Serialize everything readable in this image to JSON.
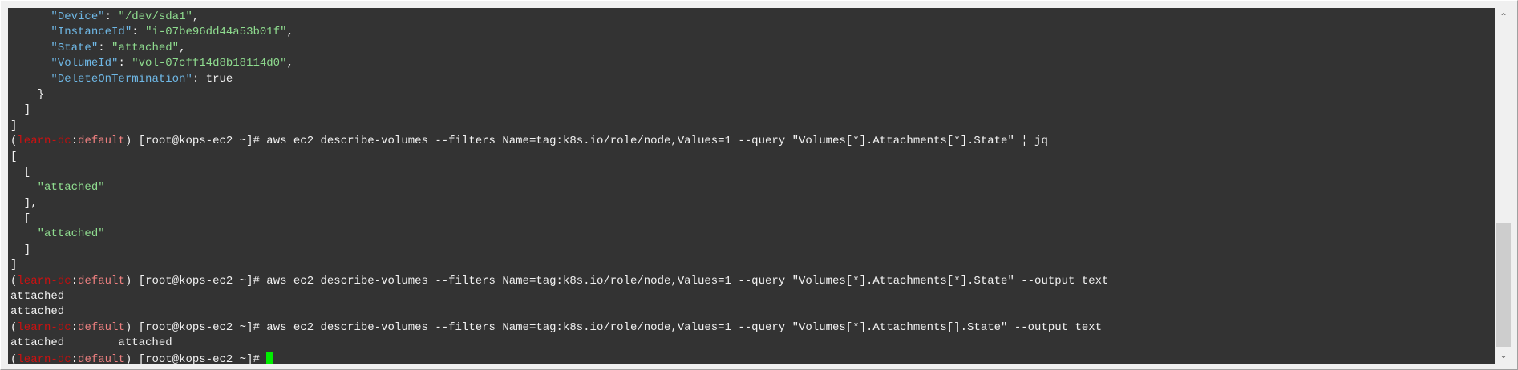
{
  "terminal": {
    "lines": [
      [
        {
          "t": "      "
        },
        {
          "t": "\"Device\"",
          "c": "k"
        },
        {
          "t": ": "
        },
        {
          "t": "\"/dev/sda1\"",
          "c": "s"
        },
        {
          "t": ","
        }
      ],
      [
        {
          "t": "      "
        },
        {
          "t": "\"InstanceId\"",
          "c": "k"
        },
        {
          "t": ": "
        },
        {
          "t": "\"i-07be96dd44a53b01f\"",
          "c": "s"
        },
        {
          "t": ","
        }
      ],
      [
        {
          "t": "      "
        },
        {
          "t": "\"State\"",
          "c": "k"
        },
        {
          "t": ": "
        },
        {
          "t": "\"attached\"",
          "c": "s"
        },
        {
          "t": ","
        }
      ],
      [
        {
          "t": "      "
        },
        {
          "t": "\"VolumeId\"",
          "c": "k"
        },
        {
          "t": ": "
        },
        {
          "t": "\"vol-07cff14d8b18114d0\"",
          "c": "s"
        },
        {
          "t": ","
        }
      ],
      [
        {
          "t": "      "
        },
        {
          "t": "\"DeleteOnTermination\"",
          "c": "k"
        },
        {
          "t": ": true"
        }
      ],
      [
        {
          "t": "    }"
        }
      ],
      [
        {
          "t": "  ]"
        }
      ],
      [
        {
          "t": "]"
        }
      ],
      [
        {
          "t": "("
        },
        {
          "t": "learn-",
          "c": "r"
        },
        {
          "t": "dc",
          "c": "rd"
        },
        {
          "t": ":"
        },
        {
          "t": "default",
          "c": "p"
        },
        {
          "t": ") [root@kops-ec2 ~]# aws ec2 describe-volumes --filters Name=tag:k8s.io/role/node,Values=1 --query \"Volumes[*].Attachments[*].State\" ¦ jq"
        }
      ],
      [
        {
          "t": "["
        }
      ],
      [
        {
          "t": "  ["
        }
      ],
      [
        {
          "t": "    "
        },
        {
          "t": "\"attached\"",
          "c": "s"
        }
      ],
      [
        {
          "t": "  ],"
        }
      ],
      [
        {
          "t": "  ["
        }
      ],
      [
        {
          "t": "    "
        },
        {
          "t": "\"attached\"",
          "c": "s"
        }
      ],
      [
        {
          "t": "  ]"
        }
      ],
      [
        {
          "t": "]"
        }
      ],
      [
        {
          "t": "("
        },
        {
          "t": "learn-",
          "c": "r"
        },
        {
          "t": "dc",
          "c": "rd"
        },
        {
          "t": ":"
        },
        {
          "t": "default",
          "c": "p"
        },
        {
          "t": ") [root@kops-ec2 ~]# aws ec2 describe-volumes --filters Name=tag:k8s.io/role/node,Values=1 --query \"Volumes[*].Attachments[*].State\" --output text"
        }
      ],
      [
        {
          "t": "attached"
        }
      ],
      [
        {
          "t": "attached"
        }
      ],
      [
        {
          "t": "("
        },
        {
          "t": "learn-",
          "c": "r"
        },
        {
          "t": "dc",
          "c": "rd"
        },
        {
          "t": ":"
        },
        {
          "t": "default",
          "c": "p"
        },
        {
          "t": ") [root@kops-ec2 ~]# aws ec2 describe-volumes --filters Name=tag:k8s.io/role/node,Values=1 --query \"Volumes[*].Attachments[].State\" --output text"
        }
      ],
      [
        {
          "t": "attached        attached"
        }
      ],
      [
        {
          "t": "("
        },
        {
          "t": "learn-",
          "c": "r"
        },
        {
          "t": "dc",
          "c": "rd"
        },
        {
          "t": ":"
        },
        {
          "t": "default",
          "c": "p"
        },
        {
          "t": ") [root@kops-ec2 ~]# "
        }
      ]
    ],
    "colors": {
      "background": "#333333",
      "key": "#6fb8e6",
      "string": "#8fdc8f",
      "cursor": "#00ee00"
    }
  },
  "scrollbar": {
    "up_icon": "▲",
    "down_icon": "▼",
    "position_percent": 100
  }
}
